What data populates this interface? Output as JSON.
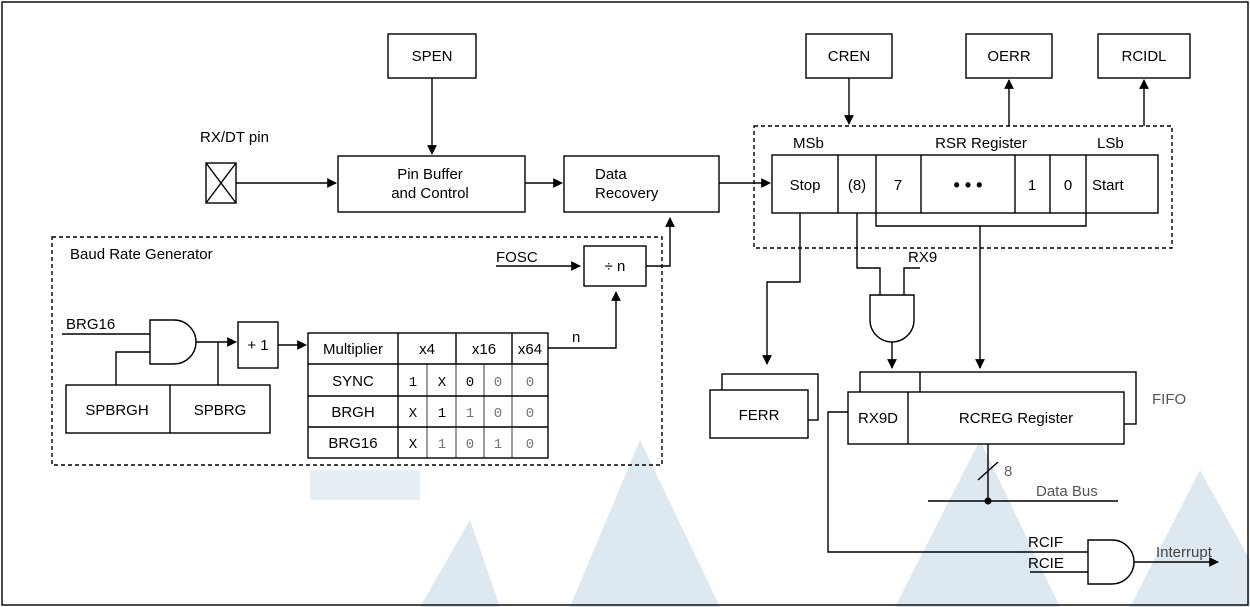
{
  "control_bits": {
    "spen": "SPEN",
    "cren": "CREN",
    "oerr": "OERR",
    "rcidl": "RCIDL"
  },
  "pin": {
    "label": "RX/DT pin"
  },
  "pin_buffer": {
    "line1": "Pin Buffer",
    "line2": "and Control"
  },
  "data_recovery": {
    "line1": "Data",
    "line2": "Recovery"
  },
  "rsr": {
    "title": "RSR Register",
    "msb": "MSb",
    "lsb": "LSb",
    "cells": [
      "Stop",
      "(8)",
      "7",
      "• • •",
      "1",
      "0",
      "Start"
    ]
  },
  "baud": {
    "title": "Baud Rate Generator",
    "fosc": "FOSC",
    "divider": "÷ n",
    "n_label": "n",
    "brg16_input": "BRG16",
    "plus_one": "+ 1",
    "spbrgh": "SPBRGH",
    "spbrg": "SPBRG"
  },
  "multiplier_table": {
    "headers": [
      "Multiplier",
      "x4",
      "x16",
      "x64"
    ],
    "rows": [
      {
        "name": "SYNC",
        "values": [
          "1",
          "X",
          "0",
          "0",
          "0"
        ]
      },
      {
        "name": "BRGH",
        "values": [
          "X",
          "1",
          "1",
          "0",
          "0"
        ]
      },
      {
        "name": "BRG16",
        "values": [
          "X",
          "1",
          "0",
          "1",
          "0"
        ]
      }
    ]
  },
  "rx9": {
    "label": "RX9"
  },
  "ferr": {
    "label": "FERR"
  },
  "rcreg": {
    "rx9d": "RX9D",
    "label": "RCREG Register",
    "fifo": "FIFO"
  },
  "bus": {
    "width": "8",
    "label": "Data Bus"
  },
  "interrupt": {
    "rcif": "RCIF",
    "rcie": "RCIE",
    "out": "Interrupt"
  }
}
